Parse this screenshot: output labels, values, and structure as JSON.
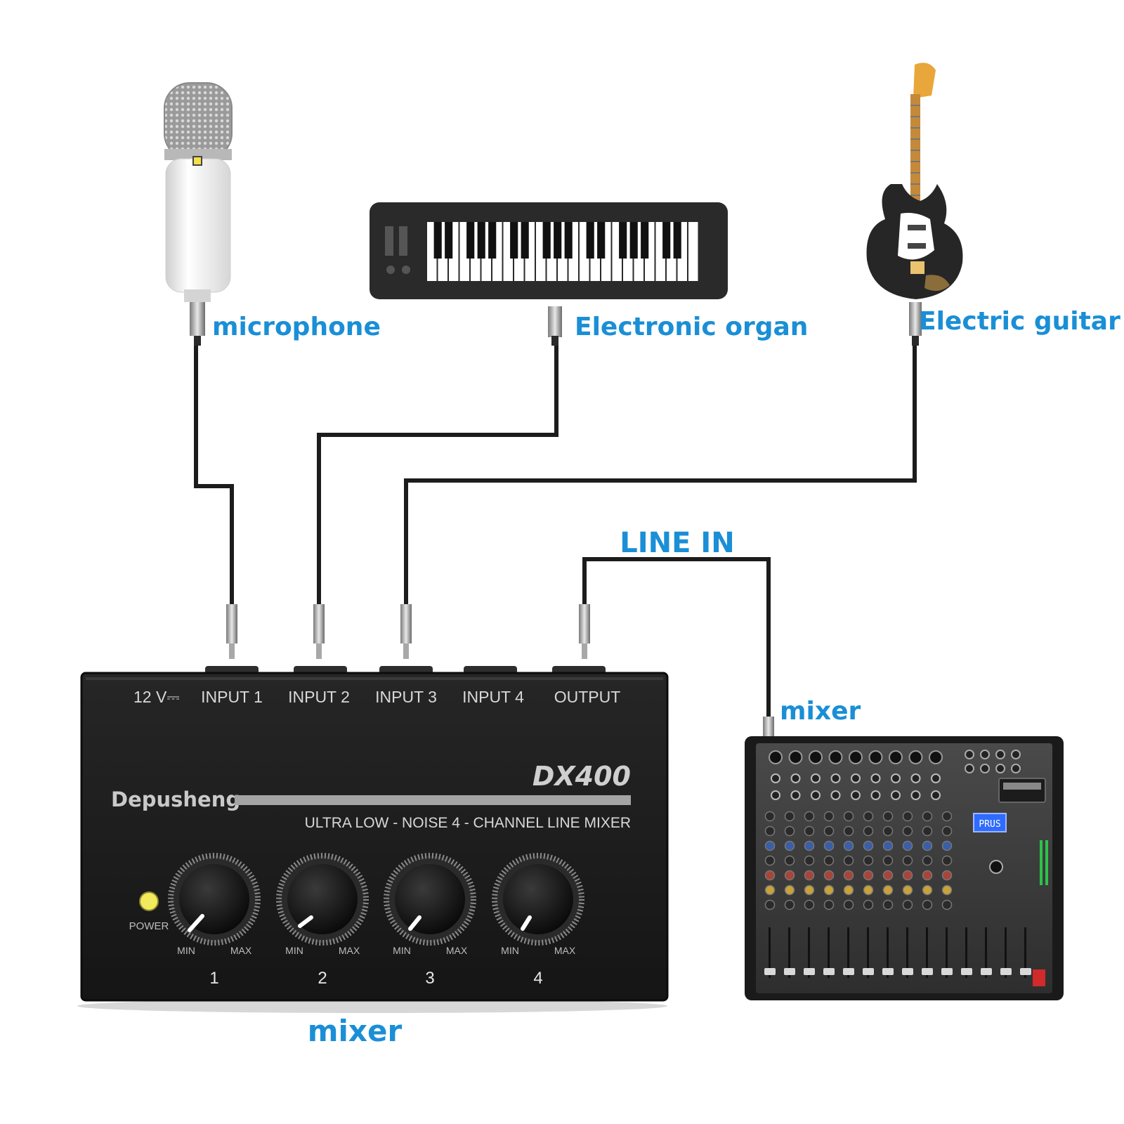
{
  "labels": {
    "microphone": "microphone",
    "organ": "Electronic organ",
    "guitar": "Electric guitar",
    "line_in": "LINE IN",
    "mixer_right": "mixer",
    "mixer_bottom": "mixer"
  },
  "device": {
    "brand": "Depusheng",
    "model": "DX400",
    "subtitle": "ULTRA LOW - NOISE 4 - CHANNEL  LINE MIXER",
    "power_label": "POWER",
    "ports": {
      "power": "12 V⎓",
      "in1": "INPUT 1",
      "in2": "INPUT 2",
      "in3": "INPUT 3",
      "in4": "INPUT 4",
      "out": "OUTPUT"
    },
    "knobs": [
      {
        "number": "1",
        "min": "MIN",
        "max": "MAX"
      },
      {
        "number": "2",
        "min": "MIN",
        "max": "MAX"
      },
      {
        "number": "3",
        "min": "MIN",
        "max": "MAX"
      },
      {
        "number": "4",
        "min": "MIN",
        "max": "MAX"
      }
    ]
  },
  "console": {
    "display_text": "PRUS"
  },
  "colors": {
    "label_blue": "#1a8fd6",
    "device_body": "#1b1b1b",
    "power_led": "#f2ea5c"
  }
}
